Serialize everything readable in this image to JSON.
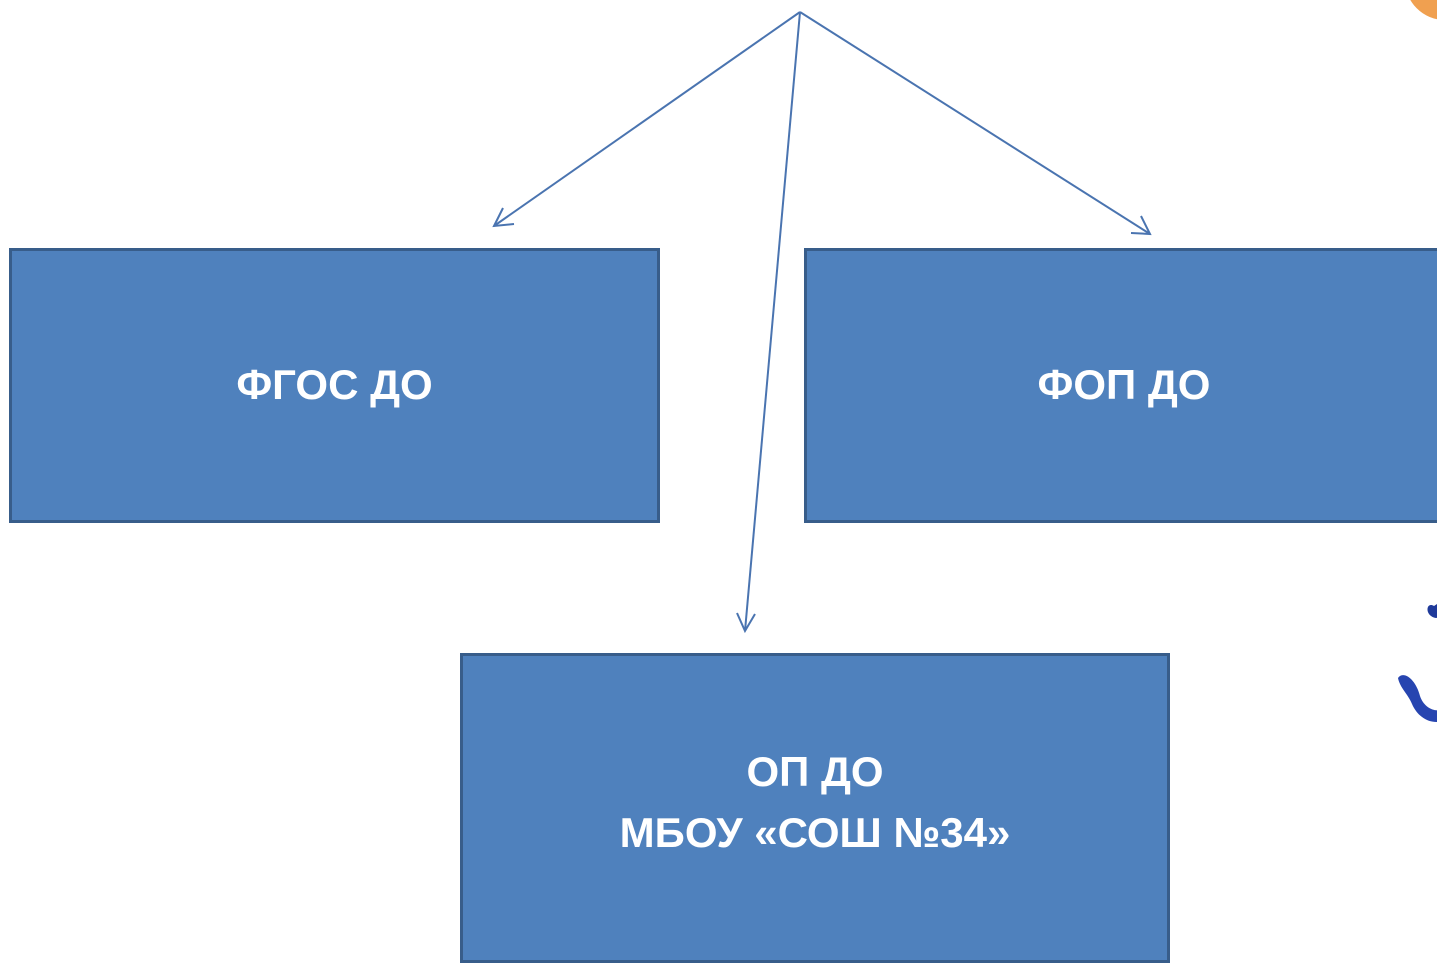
{
  "boxes": {
    "fgos": "ФГОС ДО",
    "fop": "ФОП ДО",
    "op_line1": "ОП ДО",
    "op_line2": "МБОУ «СОШ №34»"
  },
  "colors": {
    "box_fill": "#4f81bd",
    "box_border": "#385d8a",
    "arrow": "#4a74b0",
    "text": "#ffffff"
  }
}
